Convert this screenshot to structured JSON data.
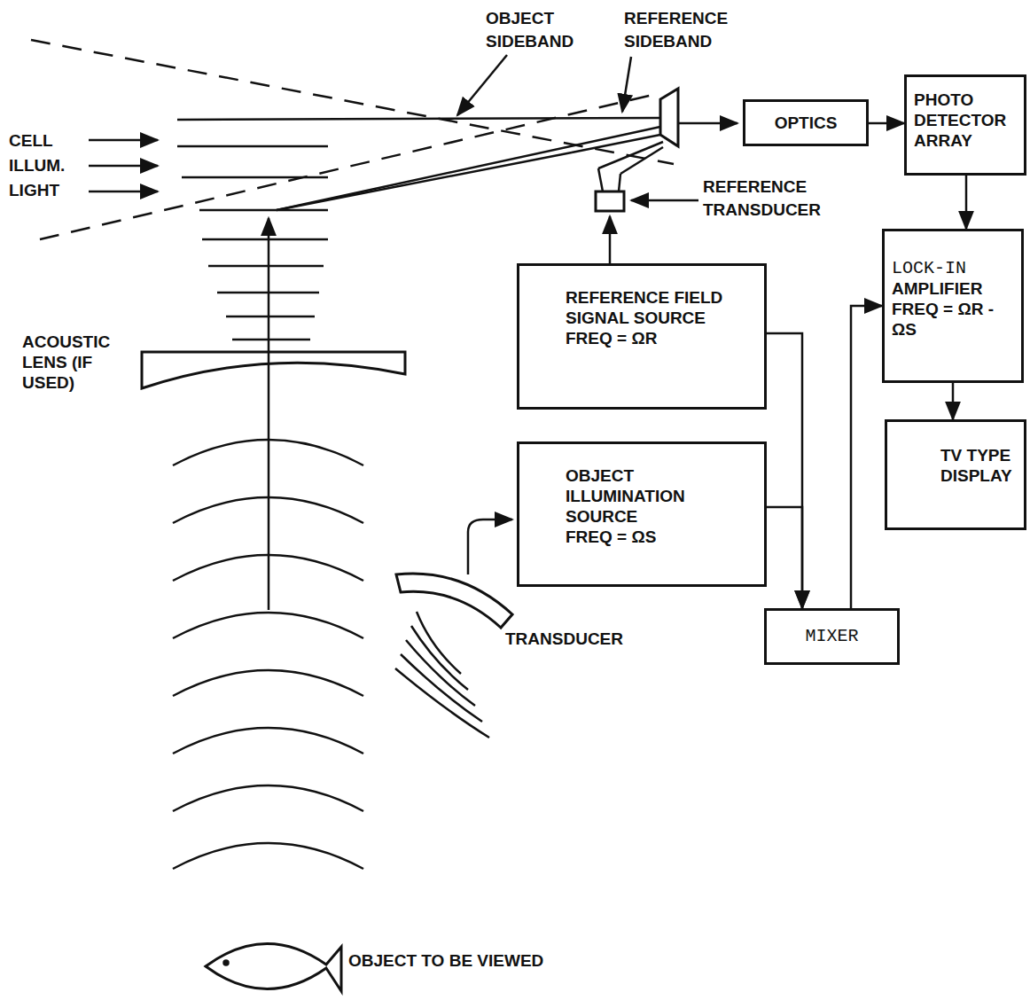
{
  "diagram": {
    "nodes": [
      {
        "text": [
          "OPTICS"
        ]
      },
      {
        "text": [
          "PHOTO DETECTOR ARRAY"
        ]
      },
      {
        "text": [
          "LOCK-IN",
          "AMPLIFIER FREQ = ΩR - ΩS"
        ]
      },
      {
        "text": [
          "TV TYPE DISPLAY"
        ]
      },
      {
        "text": [
          "REFERENCE FIELD SIGNAL SOURCE",
          "FREQ = ΩR"
        ]
      },
      {
        "text": [
          "OBJECT ILLUMINATION SOURCE",
          "FREQ = ΩS"
        ]
      },
      {
        "text": [
          "MIXER"
        ]
      }
    ],
    "edges": [
      {
        "from": 0,
        "to": 1,
        "arrow": "to"
      },
      {
        "from": 1,
        "to": 2,
        "arrow": "to"
      },
      {
        "from": 2,
        "to": 3,
        "arrow": "to"
      },
      {
        "from": 4,
        "to": 6,
        "arrow": "to"
      },
      {
        "from": 5,
        "to": 6,
        "arrow": "to"
      },
      {
        "from": 6,
        "to": 2,
        "arrow": "to"
      }
    ],
    "labels": [
      "OBJECT SIDEBAND",
      "REFERENCE SIDEBAND",
      "CELL ILLUM. LIGHT",
      "REFERENCE TRANSDUCER",
      "ACOUSTIC LENS (IF USED)",
      "TRANSDUCER",
      "OBJECT TO BE VIEWED"
    ]
  }
}
